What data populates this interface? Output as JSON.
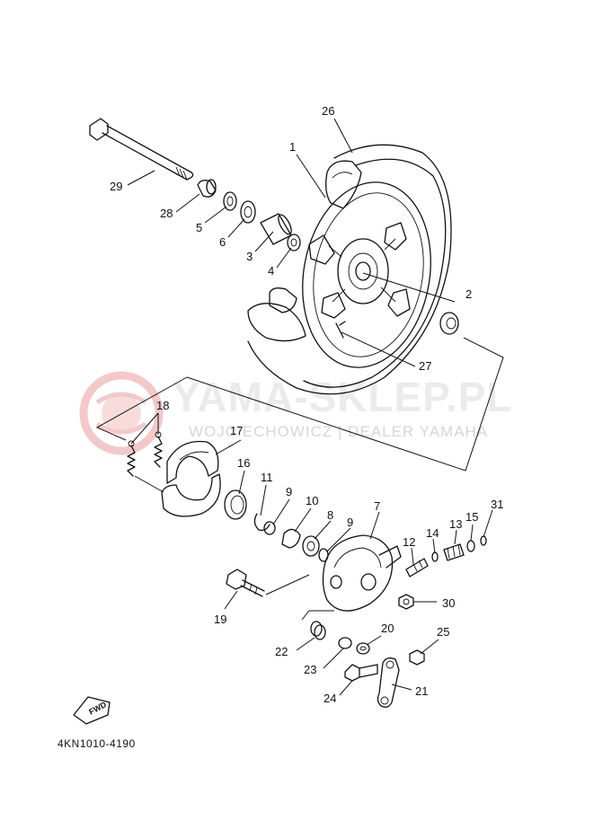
{
  "watermark": {
    "title": "YAMA-SKLEP.PL",
    "subtitle": "WOJCIECHOWICZ | DEALER YAMAHA",
    "color": "#f2c2c2"
  },
  "drawing_code": "4KN1010-4190",
  "fwd_label": "FWD",
  "callouts": {
    "p1": "1",
    "p2": "2",
    "p3": "3",
    "p4": "4",
    "p5": "5",
    "p6": "6",
    "p7": "7",
    "p8": "8",
    "p9a": "9",
    "p9b": "9",
    "p10": "10",
    "p11": "11",
    "p12": "12",
    "p13": "13",
    "p14": "14",
    "p15": "15",
    "p16": "16",
    "p17": "17",
    "p18": "18",
    "p19": "19",
    "p20": "20",
    "p21": "21",
    "p22": "22",
    "p23": "23",
    "p24": "24",
    "p25": "25",
    "p26": "26",
    "p27": "27",
    "p28": "28",
    "p29": "29",
    "p30": "30",
    "p31": "31"
  }
}
